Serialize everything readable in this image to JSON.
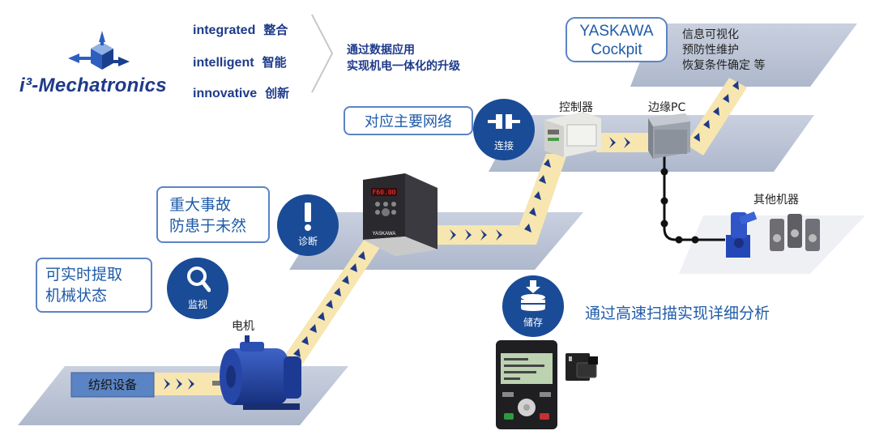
{
  "logo": {
    "title": "i³-Mechatronics"
  },
  "keywords": [
    {
      "en": "integrated",
      "zh": "整合"
    },
    {
      "en": "intelligent",
      "zh": "智能"
    },
    {
      "en": "innovative",
      "zh": "创新"
    }
  ],
  "message": {
    "line1": "通过数据应用",
    "line2": "实现机电一体化的升级"
  },
  "cockpit": {
    "line1": "YASKAWA",
    "line2": "Cockpit"
  },
  "info": {
    "line1": "信息可视化",
    "line2": "预防性维护",
    "line3": "恢复条件确定 等"
  },
  "network_box": "对应主要网络",
  "accident_box": {
    "line1": "重大事故",
    "line2": "防患于未然"
  },
  "realtime_box": {
    "line1": "可实时提取",
    "line2": "机械状态"
  },
  "badges": {
    "connect": "连接",
    "diagnose": "诊断",
    "monitor": "监视",
    "storage": "储存"
  },
  "devices": {
    "controller": "控制器",
    "edge_pc": "边缘PC",
    "other_machines": "其他机器",
    "motor": "电机",
    "textile": "纺织设备",
    "drive_brand": "YASKAWA",
    "drive_display": "F60.00"
  },
  "scan_text": "通过高速扫描实现详细分析",
  "colors": {
    "navy": "#1a4b96",
    "path": "#f7e6b0",
    "platform": "#b7c0d4",
    "box_border": "#5b84c4"
  }
}
